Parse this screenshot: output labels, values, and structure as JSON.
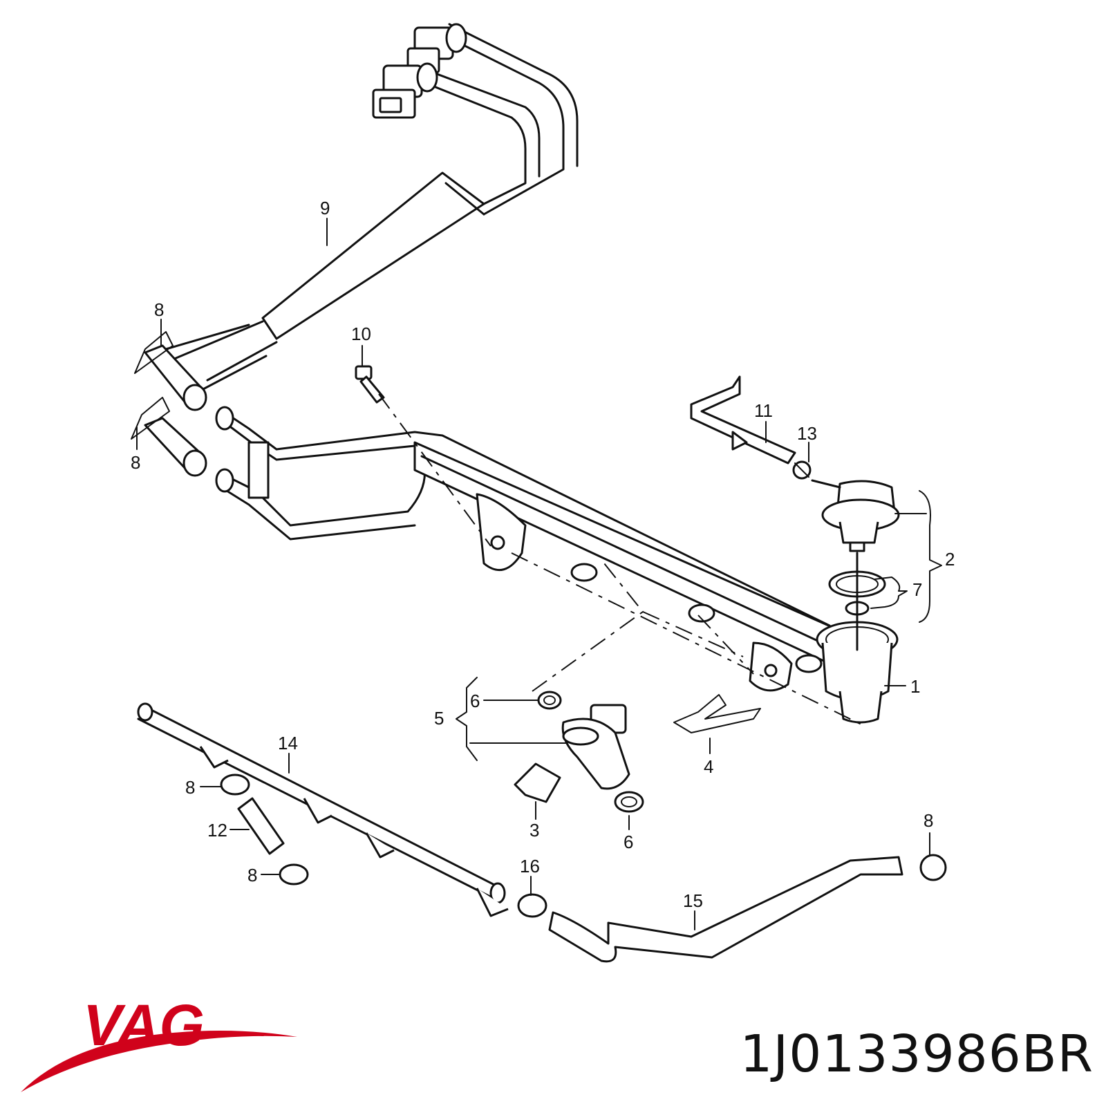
{
  "callouts": {
    "c1": "1",
    "c2": "2",
    "c3": "3",
    "c4": "4",
    "c5": "5",
    "c6a": "6",
    "c6b": "6",
    "c7": "7",
    "c8a": "8",
    "c8b": "8",
    "c8c": "8",
    "c8d": "8",
    "c8e": "8",
    "c9": "9",
    "c10": "10",
    "c11": "11",
    "c12": "12",
    "c13": "13",
    "c14": "14",
    "c15": "15",
    "c16": "16"
  },
  "brand": {
    "name": "VAG",
    "color": "#d0021b"
  },
  "part_number": "1J0133986BR"
}
